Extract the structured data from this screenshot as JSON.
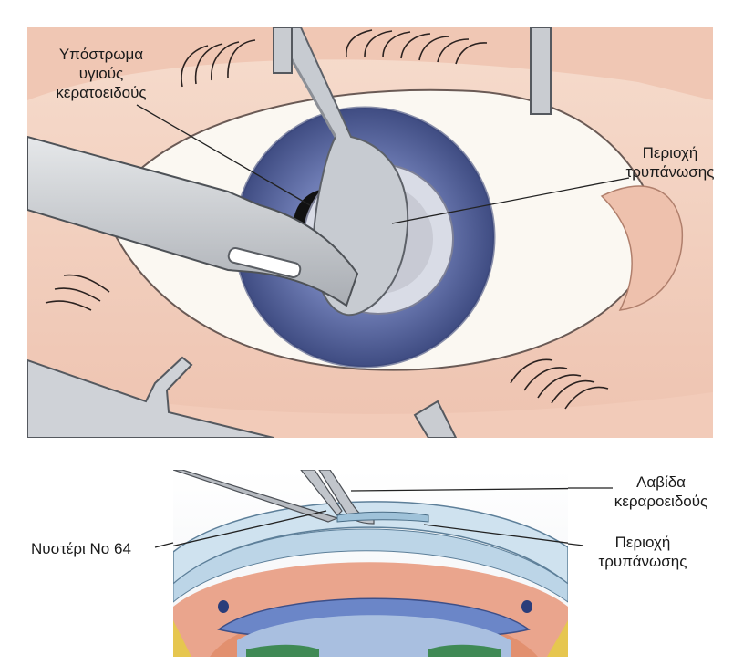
{
  "labels": {
    "top_left": {
      "line1": "Υπόστρωμα",
      "line2": "υγιούς",
      "line3": "κερατοειδούς"
    },
    "top_right": {
      "line1": "Περιοχή",
      "line2": "τρυπάνωσης"
    },
    "bottom_right_1": {
      "line1": "Λαβίδα",
      "line2": "κεραροειδούς"
    },
    "bottom_left": {
      "line1": "Νυστέρι Νο 64"
    },
    "bottom_right_2": {
      "line1": "Περιοχή",
      "line2": "τρυπάνωσης"
    }
  },
  "colors": {
    "skin": "#f3d3c4",
    "skin_dark": "#e8b4a0",
    "sclera": "#fbf8f2",
    "iris_outer": "#4f5d94",
    "iris_inner": "#8a96c6",
    "pupil": "#111111",
    "instrument": "#c9ccd0",
    "instrument_dark": "#8b8f96",
    "cornea_blue": "#b8d3e6",
    "lens": "#6b86c8",
    "leader": "#222222"
  }
}
